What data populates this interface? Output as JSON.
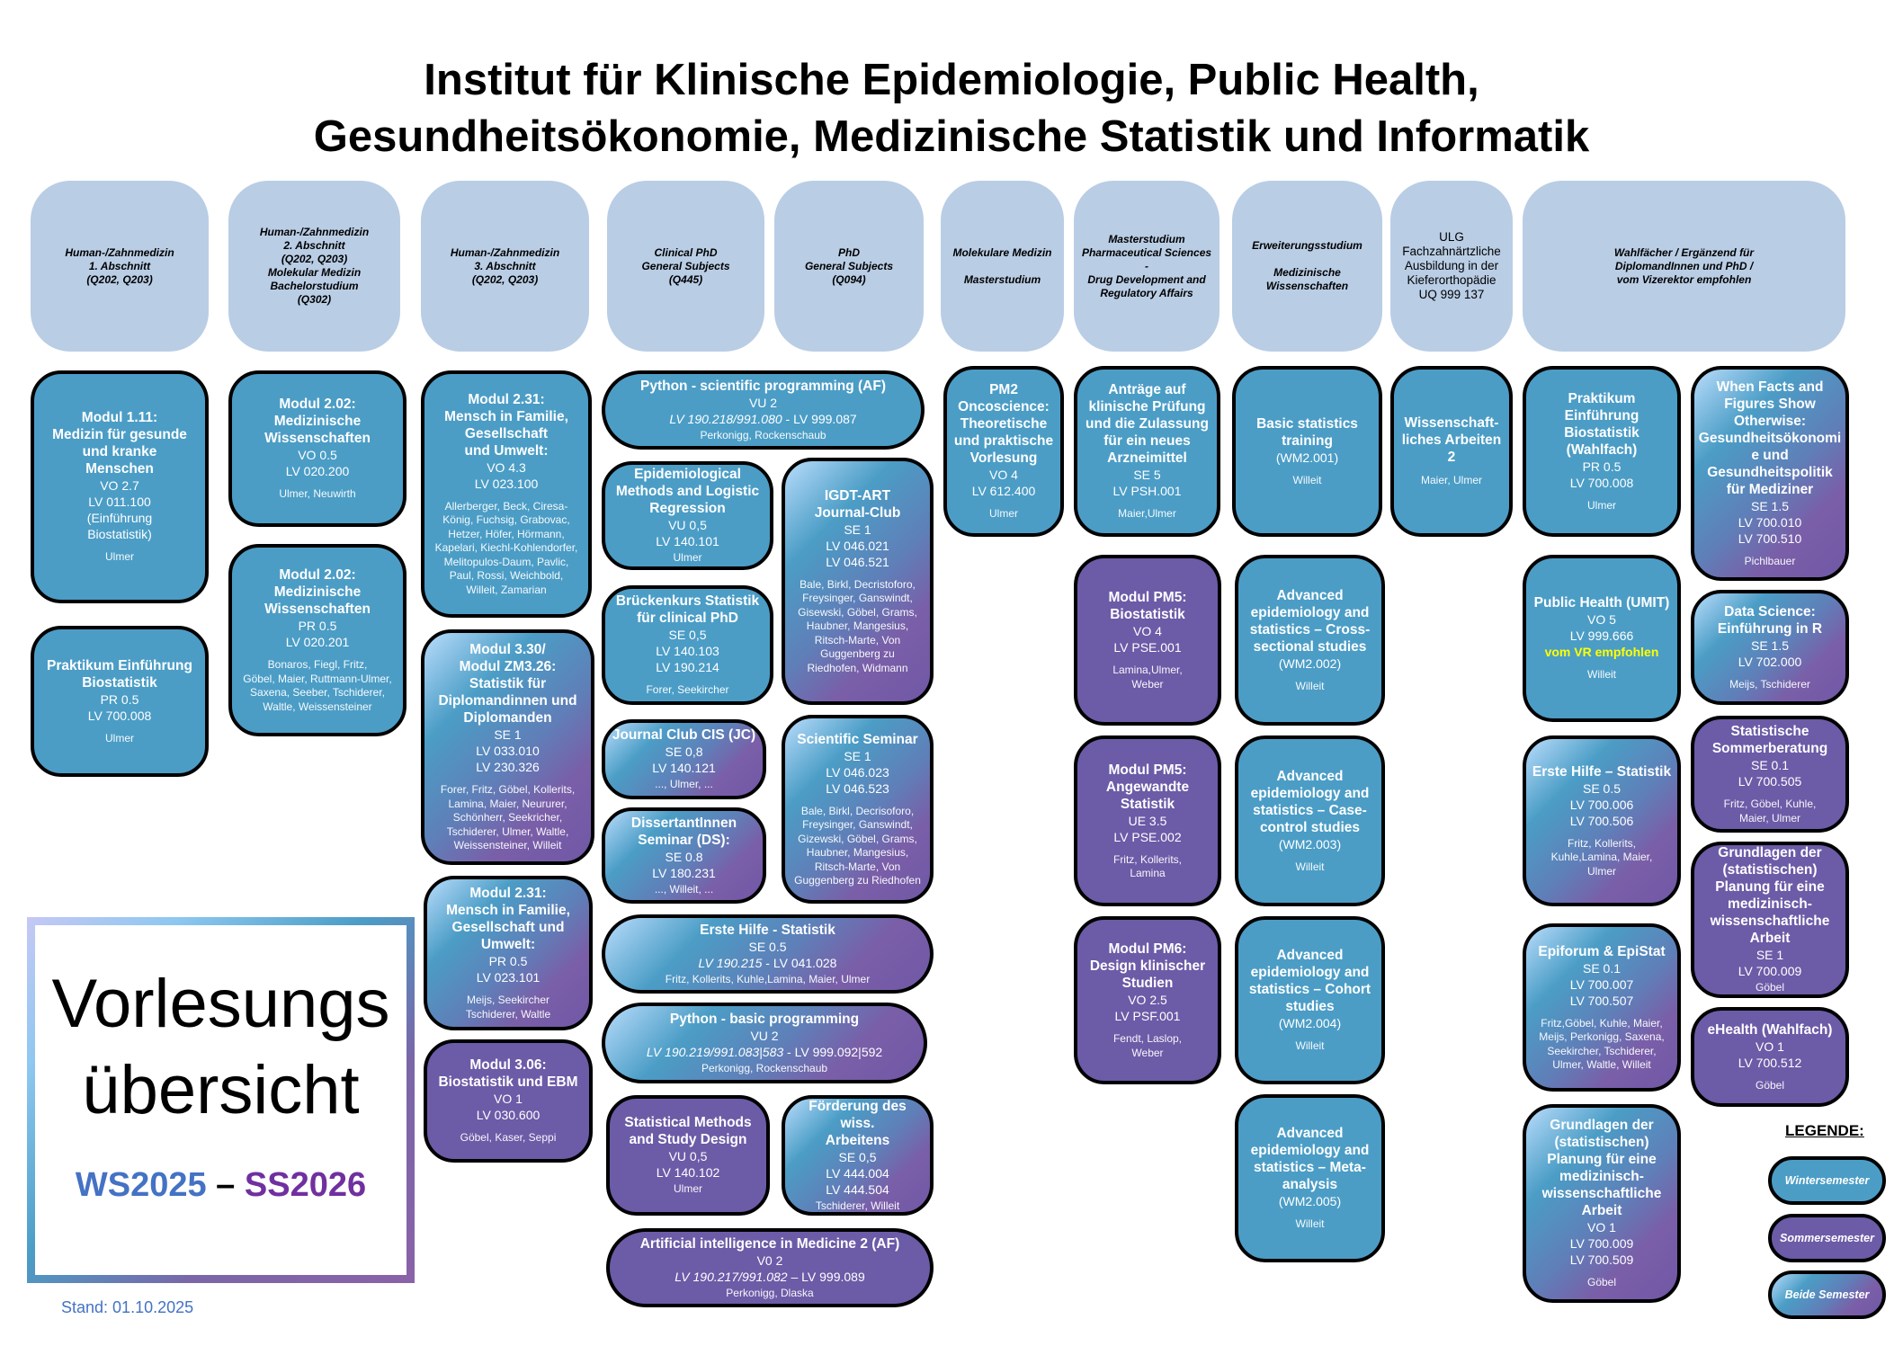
{
  "title": {
    "line1": "Institut für Klinische Epidemiologie, Public Health,",
    "line2": "Gesundheitsökonomie, Medizinische Statistik und Informatik"
  },
  "headers": [
    {
      "id": "h1",
      "text": "Human-/Zahnmedizin\n1. Abschnitt\n(Q202, Q203)"
    },
    {
      "id": "h2",
      "text": "Human-/Zahnmedizin\n2. Abschnitt\n(Q202, Q203)\nMolekular Medizin\nBachelorstudium\n(Q302)"
    },
    {
      "id": "h3",
      "text": "Human-/Zahnmedizin\n3. Abschnitt\n(Q202, Q203)"
    },
    {
      "id": "h4",
      "text": "Clinical PhD\nGeneral Subjects\n(Q445)"
    },
    {
      "id": "h5",
      "text": "PhD\nGeneral Subjects\n(Q094)"
    },
    {
      "id": "h6",
      "text": "Molekulare Medizin\n\nMasterstudium"
    },
    {
      "id": "h7",
      "text": "Masterstudium\nPharmaceutical Sciences\n-\nDrug Development and\nRegulatory Affairs"
    },
    {
      "id": "h8",
      "text": "Erweiterungsstudium\n\nMedizinische\nWissenschaften"
    },
    {
      "id": "h9",
      "text": "ULG\nFachzahnärtzliche\nAusbildung in der\nKieferorthopädie\nUQ 999 137"
    },
    {
      "id": "h10",
      "text": "Wahlfächer / Ergänzend für\nDiplomandInnen und PhD /\nvom Vizerektor empfohlen"
    }
  ],
  "cards": [
    {
      "id": "c1",
      "semester": "winter",
      "title": "Modul 1.11:\nMedizin für gesunde\nund kranke\nMenschen",
      "lines": [
        "VO 2.7",
        "LV 011.100",
        "(Einführung\nBiostatistik)"
      ],
      "people": "Ulmer"
    },
    {
      "id": "c2",
      "semester": "winter",
      "title": "Praktikum Einführung\nBiostatistik",
      "lines": [
        "PR 0.5",
        "LV 700.008"
      ],
      "people": "Ulmer"
    },
    {
      "id": "c3",
      "semester": "winter",
      "title": "Modul 2.02:\nMedizinische\nWissenschaften",
      "lines": [
        "VO 0.5",
        "LV 020.200"
      ],
      "people": "Ulmer, Neuwirth"
    },
    {
      "id": "c4",
      "semester": "winter",
      "title": "Modul 2.02:\nMedizinische\nWissenschaften",
      "lines": [
        "PR 0.5",
        "LV 020.201"
      ],
      "people": "Bonaros, Fiegl, Fritz,\nGöbel, Maier, Ruttmann-Ulmer,\nSaxena, Seeber, Tschiderer,\nWaltle, Weissensteiner"
    },
    {
      "id": "c5",
      "semester": "winter",
      "title": "Modul 2.31:\nMensch in Familie,\nGesellschaft\nund Umwelt:",
      "lines": [
        "VO 4.3",
        "LV 023.100"
      ],
      "people": "Allerberger, Beck, Ciresa-\nKönig, Fuchsig, Grabovac,\nHetzer, Höfer, Hörmann,\nKapelari, Kiechl-Kohlendorfer,\nMelitopulos-Daum, Pavlic,\nPaul, Rossi, Weichbold,\nWilleit, Zamarian"
    },
    {
      "id": "c6",
      "semester": "both",
      "title": "Modul 3.30/\nModul ZM3.26:\nStatistik für\nDiplomandinnen und\nDiplomanden",
      "lines": [
        "SE 1",
        "LV 033.010",
        "LV 230.326"
      ],
      "people": "Forer, Fritz, Göbel, Kollerits,\nLamina, Maier, Neururer,\nSchönherr, Seekricher,\nTschiderer, Ulmer, Waltle,\nWeissensteiner, Willeit"
    },
    {
      "id": "c7",
      "semester": "both",
      "title": "Modul 2.31:\nMensch in Familie,\nGesellschaft und\nUmwelt:",
      "lines": [
        "PR 0.5",
        "LV 023.101"
      ],
      "people": "Meijs, Seekircher\nTschiderer, Waltle"
    },
    {
      "id": "c8",
      "semester": "summer",
      "title": "Modul 3.06:\nBiostatistik und EBM",
      "lines": [
        "VO 1",
        "LV 030.600"
      ],
      "people": "Göbel, Kaser, Seppi"
    },
    {
      "id": "c9",
      "semester": "winter",
      "title": "Python - scientific programming (AF)",
      "lines": [
        "VU 2"
      ],
      "lv_italic": "LV 190.218/991.080",
      "lv_plain": " - LV 999.087",
      "people": "Perkonigg, Rockenschaub"
    },
    {
      "id": "c10",
      "semester": "winter",
      "title": "Epidemiological\nMethods and Logistic\nRegression",
      "lines": [
        "VU 0,5",
        "LV 140.101"
      ],
      "people": "Ulmer"
    },
    {
      "id": "c11",
      "semester": "both",
      "title": "IGDT-ART\nJournal-Club",
      "lines": [
        "SE 1",
        "LV 046.021",
        "LV 046.521"
      ],
      "people": "Bale, Birkl, Decristoforo,\nFreysinger, Ganswindt,\nGisewski, Göbel, Grams,\nHaubner, Mangesius,\nRitsch-Marte, Von\nGuggenberg zu\nRiedhofen, Widmann"
    },
    {
      "id": "c12",
      "semester": "winter",
      "title": "Brückenkurs Statistik\nfür clinical PhD",
      "lines": [
        "SE 0,5",
        "LV 140.103",
        "LV 190.214"
      ],
      "people": "Forer, Seekircher"
    },
    {
      "id": "c13",
      "semester": "both",
      "title": "Journal Club CIS (JC)",
      "lines": [
        "SE 0,8",
        "LV 140.121"
      ],
      "people": "..., Ulmer, ..."
    },
    {
      "id": "c14",
      "semester": "both",
      "title": "Scientific Seminar",
      "lines": [
        "SE 1",
        "LV 046.023",
        "LV 046.523"
      ],
      "people": "Bale, Birkl, Decrisoforo,\nFreysinger, Ganswindt,\nGizewski, Göbel, Grams,\nHaubner, Mangesius,\nRitsch-Marte, Von\nGuggenberg zu Riedhofen"
    },
    {
      "id": "c15",
      "semester": "both",
      "title": "DissertantInnen\nSeminar (DS):",
      "lines": [
        "SE 0.8",
        "LV 180.231"
      ],
      "people": "..., Willeit, ..."
    },
    {
      "id": "c16",
      "semester": "both",
      "title": "Erste Hilfe - Statistik",
      "lines": [
        "SE 0.5"
      ],
      "lv_italic": "LV 190.215",
      "lv_plain": " - LV 041.028",
      "people": "Fritz, Kollerits, Kuhle,Lamina, Maier, Ulmer"
    },
    {
      "id": "c17",
      "semester": "both",
      "title": "Python - basic programming",
      "lines": [
        "VU 2"
      ],
      "lv_italic": "LV 190.219/991.083|583",
      "lv_plain": " - LV 999.092|592",
      "people": "Perkonigg, Rockenschaub"
    },
    {
      "id": "c18",
      "semester": "summer",
      "title": "Statistical Methods\nand Study Design",
      "lines": [
        "VU 0,5",
        "LV 140.102"
      ],
      "people": "Ulmer"
    },
    {
      "id": "c19",
      "semester": "both",
      "title": "Förderung des wiss.\nArbeitens",
      "lines": [
        "SE 0,5",
        "LV 444.004",
        "LV 444.504"
      ],
      "people": "Tschiderer, Willeit"
    },
    {
      "id": "c20",
      "semester": "summer",
      "title": "Artificial intelligence in Medicine 2 (AF)",
      "lines": [
        "V0 2"
      ],
      "lv_italic": "LV 190.217/991.082",
      "lv_plain": " – LV 999.089",
      "people": "Perkonigg, Dlaska"
    },
    {
      "id": "c21",
      "semester": "winter",
      "title": "PM2\nOncoscience:\nTheoretische\nund praktische\nVorlesung",
      "lines": [
        "VO 4",
        "LV 612.400"
      ],
      "people": "Ulmer"
    },
    {
      "id": "c22",
      "semester": "winter",
      "title": "Anträge auf\nklinische Prüfung\nund die Zulassung\nfür ein neues\nArzneimittel",
      "lines": [
        "SE 5",
        "LV PSH.001"
      ],
      "people": "Maier,Ulmer"
    },
    {
      "id": "c23",
      "semester": "summer",
      "title": "Modul PM5:\nBiostatistik",
      "lines": [
        "VO 4",
        "LV PSE.001"
      ],
      "people": "Lamina,Ulmer,\nWeber"
    },
    {
      "id": "c24",
      "semester": "summer",
      "title": "Modul PM5:\nAngewandte\nStatistik",
      "lines": [
        "UE 3.5",
        "LV PSE.002"
      ],
      "people": "Fritz, Kollerits,\nLamina"
    },
    {
      "id": "c25",
      "semester": "summer",
      "title": "Modul PM6:\nDesign klinischer\nStudien",
      "lines": [
        "VO 2.5",
        "LV PSF.001"
      ],
      "people": "Fendt, Laslop,\nWeber"
    },
    {
      "id": "c26",
      "semester": "winter",
      "title": "Basic statistics\ntraining",
      "lines": [
        "(WM2.001)"
      ],
      "people": "Willeit"
    },
    {
      "id": "c27",
      "semester": "winter",
      "title": "Advanced\nepidemiology and\nstatistics – Cross-\nsectional studies",
      "lines": [
        "(WM2.002)"
      ],
      "people": "Willeit"
    },
    {
      "id": "c28",
      "semester": "winter",
      "title": "Advanced\nepidemiology and\nstatistics – Case-\ncontrol studies",
      "lines": [
        "(WM2.003)"
      ],
      "people": "Willeit"
    },
    {
      "id": "c29",
      "semester": "winter",
      "title": "Advanced\nepidemiology and\nstatistics – Cohort\nstudies",
      "lines": [
        "(WM2.004)"
      ],
      "people": "Willeit"
    },
    {
      "id": "c30",
      "semester": "winter",
      "title": "Advanced\nepidemiology and\nstatistics – Meta-\nanalysis",
      "lines": [
        "(WM2.005)"
      ],
      "people": "Willeit"
    },
    {
      "id": "c31",
      "semester": "winter",
      "title": "Wissenschaft-\nliches Arbeiten\n2",
      "lines": [],
      "people": "Maier, Ulmer"
    },
    {
      "id": "c32",
      "semester": "winter",
      "title": "Praktikum\nEinführung\nBiostatistik\n(Wahlfach)",
      "lines": [
        "PR 0.5",
        "LV 700.008"
      ],
      "people": "Ulmer"
    },
    {
      "id": "c33",
      "semester": "winter",
      "title": "Public Health (UMIT)",
      "lines": [
        "VO 5",
        "LV 999.666"
      ],
      "note": "vom VR empfohlen",
      "people": "Willeit"
    },
    {
      "id": "c34",
      "semester": "both",
      "title": "Erste Hilfe – Statistik",
      "lines": [
        "SE 0.5",
        "LV 700.006",
        "LV 700.506"
      ],
      "people": "Fritz, Kollerits,\nKuhle,Lamina, Maier,\nUlmer"
    },
    {
      "id": "c35",
      "semester": "both",
      "title": "Epiforum & EpiStat",
      "lines": [
        "SE 0.1",
        "LV 700.007",
        "LV 700.507"
      ],
      "people": "Fritz,Göbel, Kuhle, Maier,\nMeijs, Perkonigg, Saxena,\nSeekircher, Tschiderer,\nUlmer, Waltle, Willeit"
    },
    {
      "id": "c36",
      "semester": "both",
      "title": "Grundlagen der\n(statistischen)\nPlanung für eine\nmedizinisch-\nwissenschaftliche\nArbeit",
      "lines": [
        "VO 1",
        "LV 700.009",
        "LV 700.509"
      ],
      "people": "Göbel"
    },
    {
      "id": "c37",
      "semester": "both",
      "title": "When Facts and\nFigures Show\nOtherwise:\nGesundheitsökonomi\ne und\nGesundheitspolitik\nfür Mediziner",
      "lines": [
        "SE 1.5",
        "LV 700.010",
        "LV 700.510"
      ],
      "people": "Pichlbauer"
    },
    {
      "id": "c38",
      "semester": "both",
      "title": "Data Science:\nEinführung in R",
      "lines": [
        "SE 1.5",
        "LV 702.000"
      ],
      "people": "Meijs, Tschiderer"
    },
    {
      "id": "c39",
      "semester": "summer",
      "title": "Statistische\nSommerberatung",
      "lines": [
        "SE 0.1",
        "LV 700.505"
      ],
      "people": "Fritz, Göbel, Kuhle,\nMaier, Ulmer"
    },
    {
      "id": "c40",
      "semester": "summer",
      "title": "Grundlagen der\n(statistischen)\nPlanung für eine\nmedizinisch-\nwissenschaftliche\nArbeit",
      "lines": [
        "SE 1",
        "LV 700.009"
      ],
      "people": "Göbel"
    },
    {
      "id": "c41",
      "semester": "summer",
      "title": "eHealth (Wahlfach)",
      "lines": [
        "VO 1",
        "LV 700.512"
      ],
      "people": "Göbel"
    }
  ],
  "overview": {
    "main": "Vorlesungs\nübersicht",
    "ws": "WS2025",
    "dash": " – ",
    "ss": "SS2026",
    "stand": "Stand: 01.10.2025"
  },
  "legend": {
    "title": "LEGENDE:",
    "items": [
      {
        "semester": "winter",
        "label": "Wintersemester"
      },
      {
        "semester": "summer",
        "label": "Sommersemester"
      },
      {
        "semester": "both",
        "label": "Beide Semester"
      }
    ]
  },
  "colors": {
    "winter": "#4b9dc6",
    "summer": "#6c5ba7",
    "header": "#b9cde5",
    "ws_text": "#4472c4",
    "ss_text": "#7030a0",
    "note": "#ffff00"
  }
}
